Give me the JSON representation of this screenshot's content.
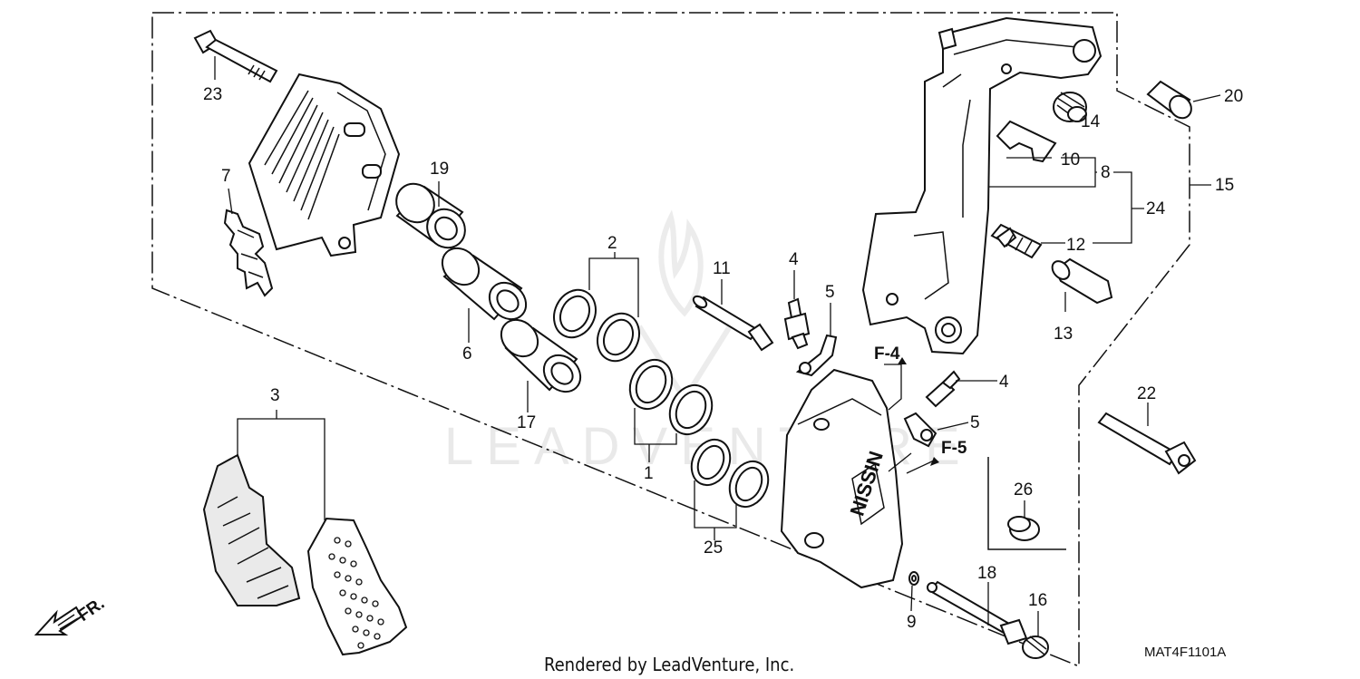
{
  "diagram": {
    "watermark": "LEADVENTURE",
    "footer_text": "Rendered by LeadVenture, Inc.",
    "diagram_code": "MAT4F1101A",
    "direction_label": "FR.",
    "ref_labels": {
      "f4": "F-4",
      "f5": "F-5"
    },
    "part_labels": {
      "p1": "1",
      "p2": "2",
      "p3": "3",
      "p4a": "4",
      "p4b": "4",
      "p5a": "5",
      "p5b": "5",
      "p6": "6",
      "p7": "7",
      "p8": "8",
      "p9": "9",
      "p10": "10",
      "p11": "11",
      "p12": "12",
      "p13": "13",
      "p14": "14",
      "p15": "15",
      "p16": "16",
      "p17": "17",
      "p18": "18",
      "p19": "19",
      "p20": "20",
      "p22": "22",
      "p23": "23",
      "p24": "24",
      "p25": "25",
      "p26": "26"
    }
  }
}
